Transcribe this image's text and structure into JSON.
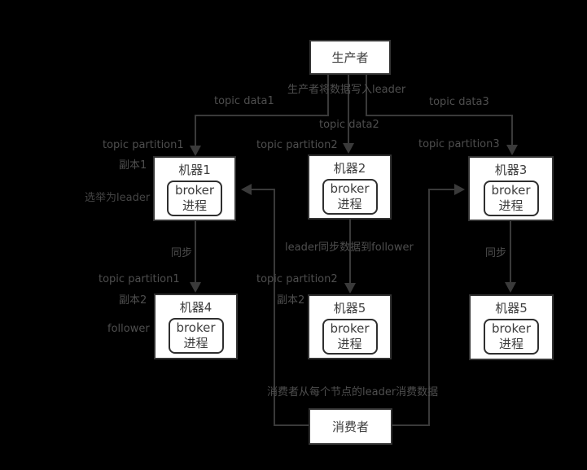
{
  "diagram": {
    "producer": {
      "label": "生产者"
    },
    "consumer": {
      "label": "消费者"
    },
    "broker": {
      "line1": "broker",
      "line2": "进程"
    },
    "machines": [
      {
        "title": "机器1"
      },
      {
        "title": "机器2"
      },
      {
        "title": "机器3"
      },
      {
        "title": "机器4"
      },
      {
        "title": "机器5"
      },
      {
        "title": "机器5"
      }
    ],
    "labels": {
      "producer_write": "生产者将数据写入leader",
      "topic_data1": "topic data1",
      "topic_data2": "topic data2",
      "topic_data3": "topic data3",
      "topic_partition1_top": "topic partition1",
      "topic_partition2_top": "topic partition2",
      "topic_partition3": "topic partition3",
      "replica1": "副本1",
      "elected_leader": "选举为leader",
      "sync_left": "同步",
      "leader_sync": "leader同步数据到follower",
      "sync_right": "同步",
      "topic_partition1_bottom": "topic partition1",
      "replica2_left": "副本2",
      "follower": "follower",
      "topic_partition2_bottom": "topic partition2",
      "replica2_mid": "副本2",
      "consumer_note": "消费者从每个节点的leader消费数据"
    },
    "colors": {
      "background": "#000000",
      "box_fill": "#ffffff",
      "box_border": "#333333",
      "box_text": "#3d3d3d",
      "label_text": "#4e4e4e",
      "connector": "#3a3a3a"
    }
  }
}
